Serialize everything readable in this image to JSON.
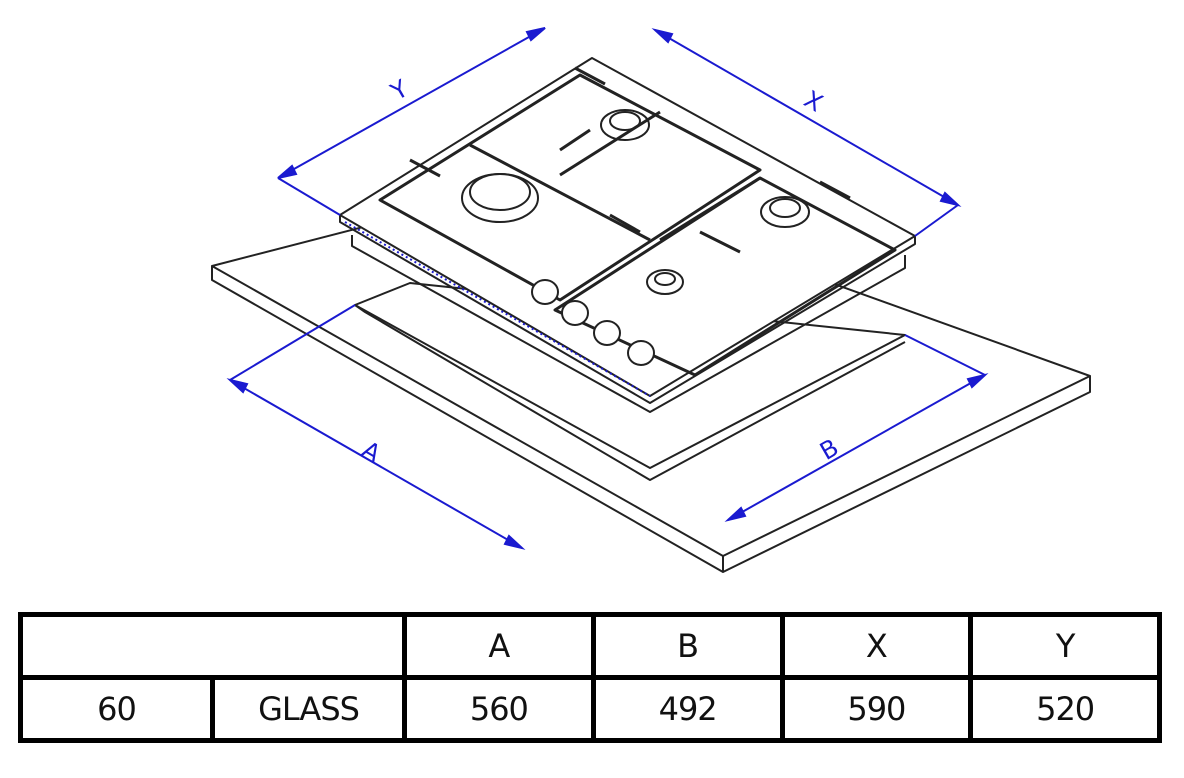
{
  "diagram": {
    "title_labels": {
      "Y": "Y",
      "X": "X",
      "A": "A",
      "B": "B"
    },
    "line_color": "#222222",
    "dimension_color": "#1a1ad0"
  },
  "table": {
    "header": [
      "",
      "A",
      "B",
      "X",
      "Y"
    ],
    "row": [
      "60",
      "GLASS",
      "560",
      "492",
      "590",
      "520"
    ]
  }
}
